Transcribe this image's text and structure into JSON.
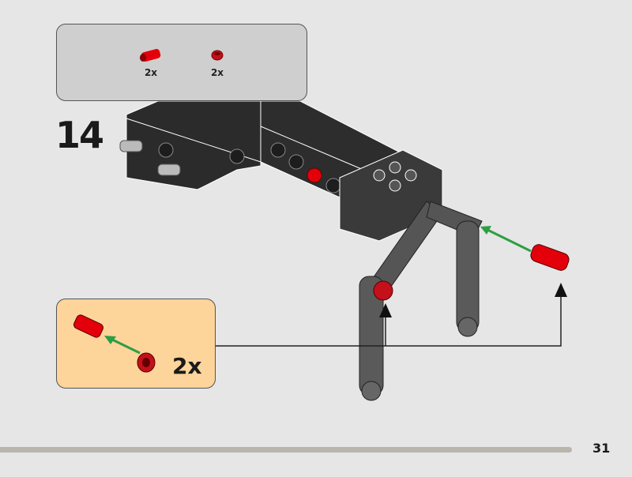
{
  "step": {
    "number": "14"
  },
  "parts_list": [
    {
      "icon": "red-axle-pin-icon",
      "quantity": "2x"
    },
    {
      "icon": "red-round-plate-icon",
      "quantity": "2x"
    }
  ],
  "sub_assembly": {
    "quantity": "2x"
  },
  "page": {
    "number": "31",
    "progress_percent": 91
  },
  "colors": {
    "parts_box": "#cfcfcf",
    "sub_box": "#fdd49a",
    "arrow_green": "#2e9e44",
    "part_red": "#e3000b"
  }
}
